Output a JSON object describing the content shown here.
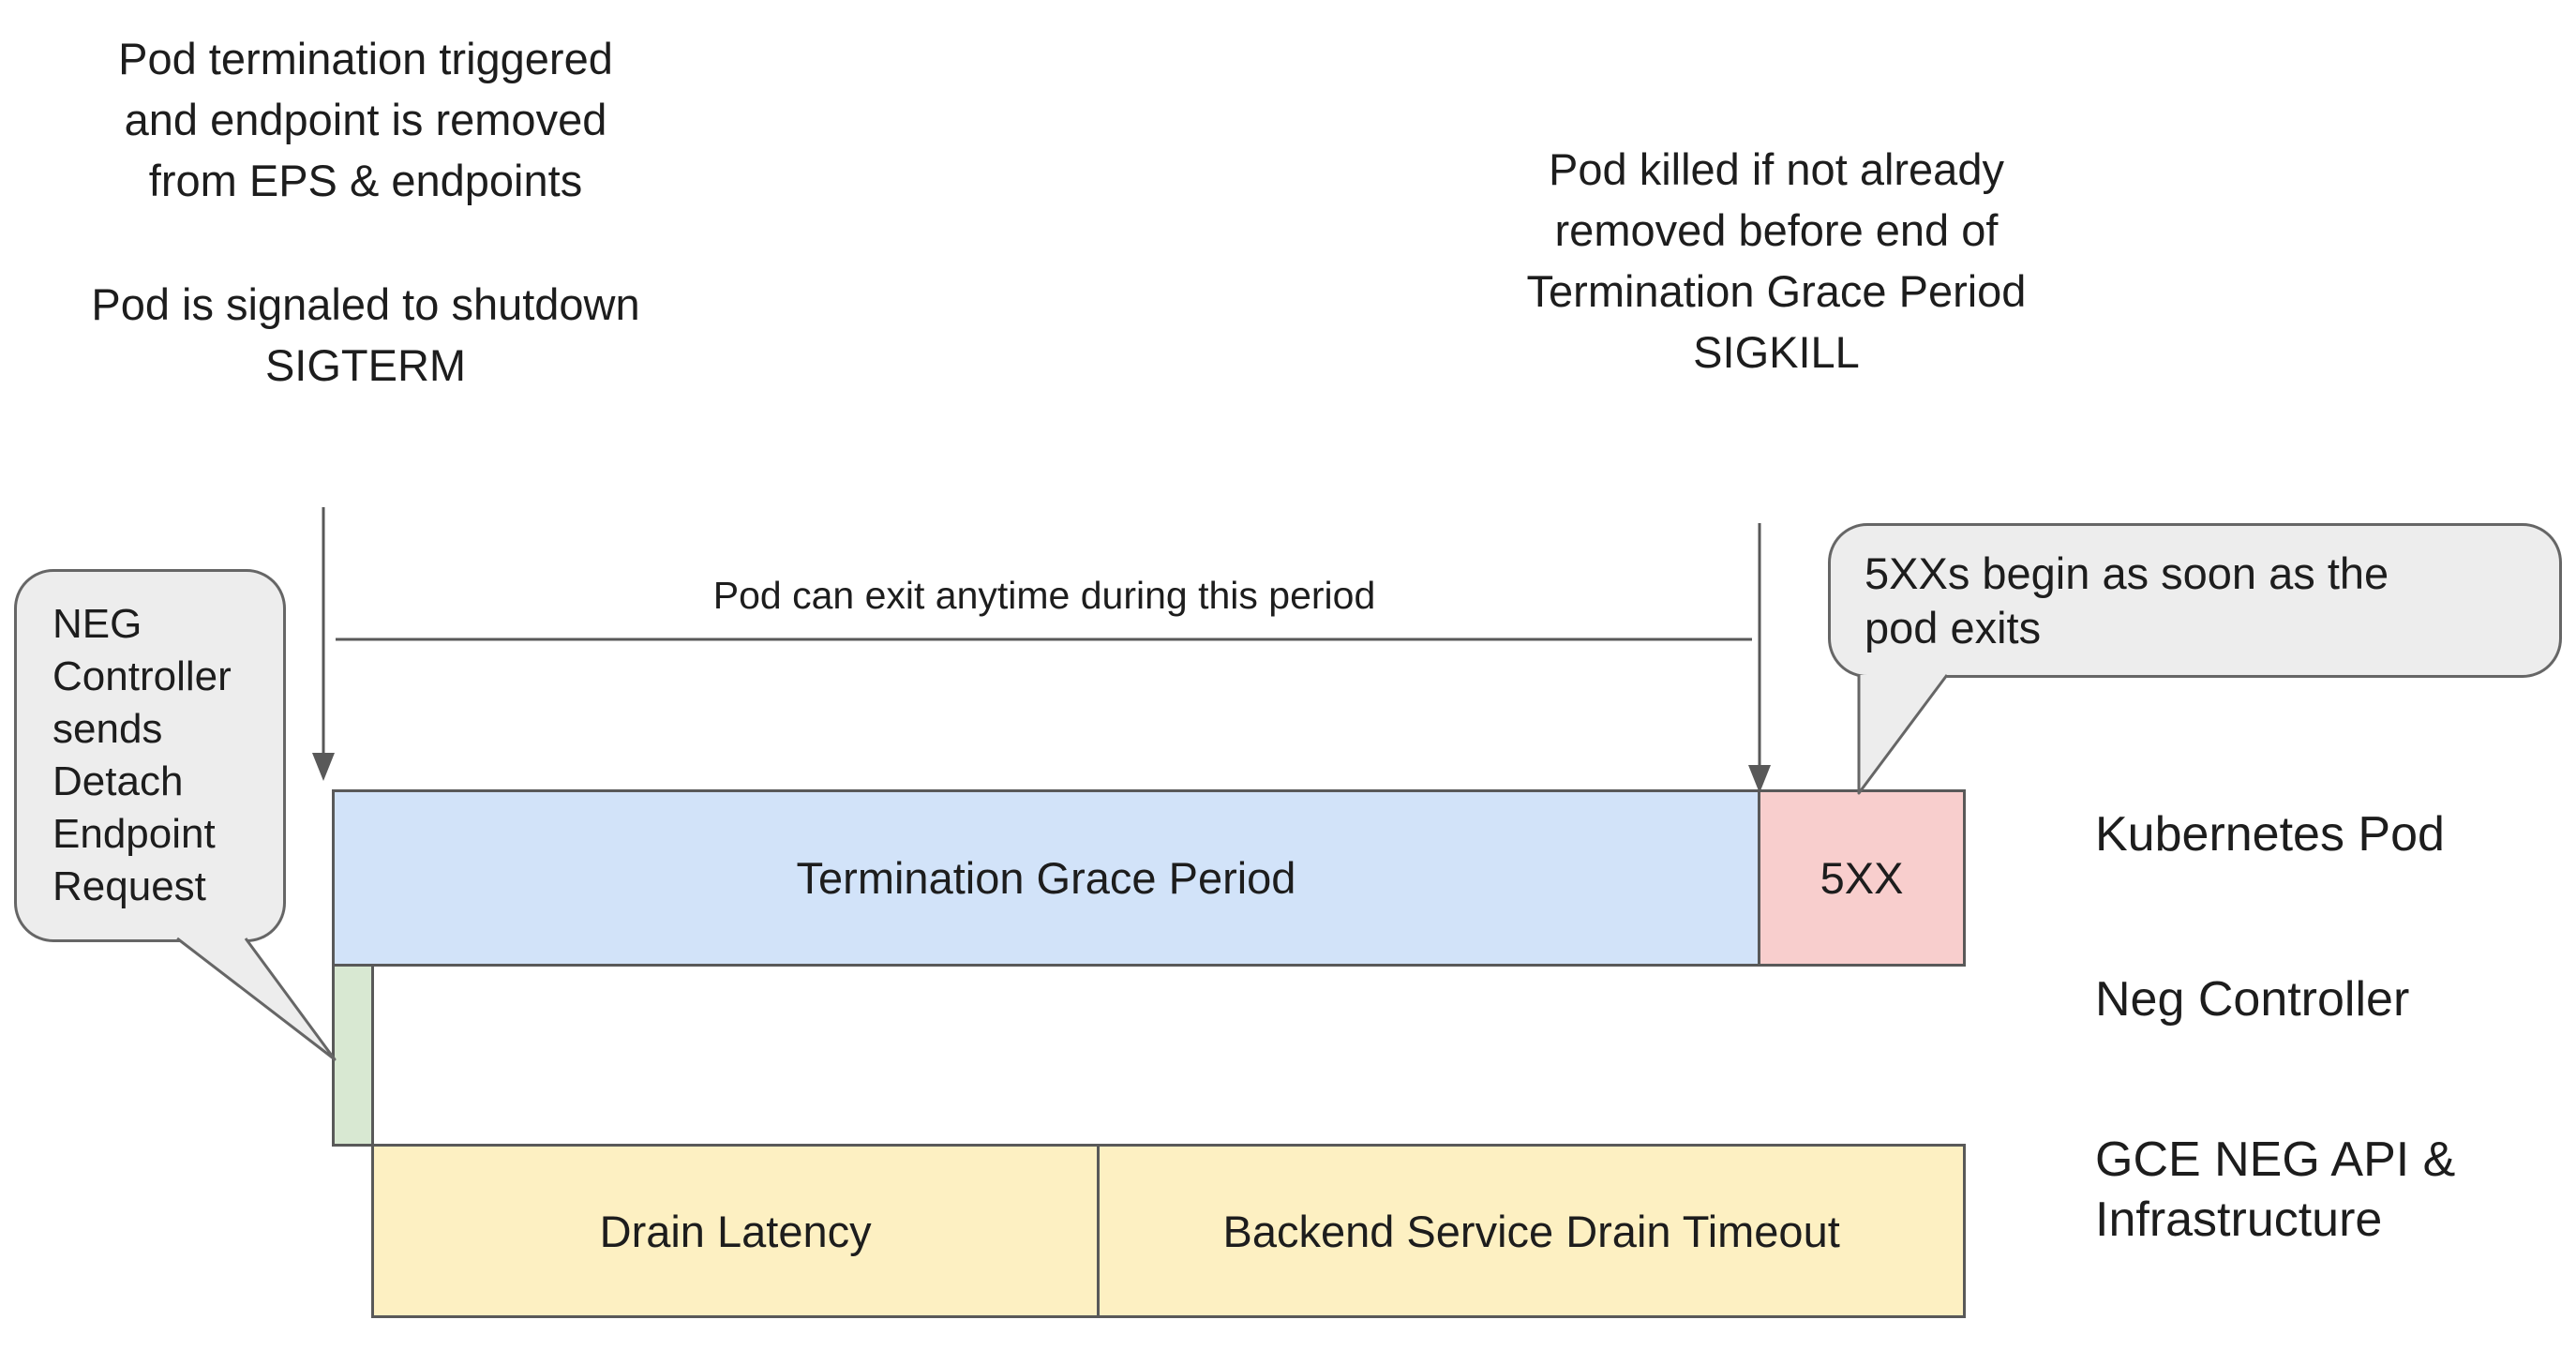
{
  "colors": {
    "blue": "#d2e3f9",
    "pink": "#f8cecd",
    "green": "#d8e8d2",
    "yellow": "#fdf0c2",
    "bubble": "#ededed",
    "stroke": "#595959",
    "bubble-stroke": "#666666",
    "ink": "#1d1d1d"
  },
  "notes": {
    "top_left_primary": "Pod termination triggered\nand endpoint is removed\nfrom EPS & endpoints",
    "top_left_secondary": "Pod is signaled to shutdown\nSIGTERM",
    "top_right": "Pod killed if not already\nremoved before end of\nTermination Grace Period\nSIGKILL"
  },
  "bracket": {
    "label": "Pod can exit anytime during this period"
  },
  "callouts": {
    "left": "NEG\nController\nsends\nDetach\nEndpoint\nRequest",
    "right": "5XXs begin as soon as the\npod exits"
  },
  "bars": {
    "grace": "Termination Grace Period",
    "errors": "5XX",
    "drain_latency": "Drain Latency",
    "drain_timeout": "Backend Service Drain Timeout"
  },
  "lanes": {
    "pod": "Kubernetes Pod",
    "neg": "Neg Controller",
    "gce": "GCE NEG API &\nInfrastructure"
  }
}
